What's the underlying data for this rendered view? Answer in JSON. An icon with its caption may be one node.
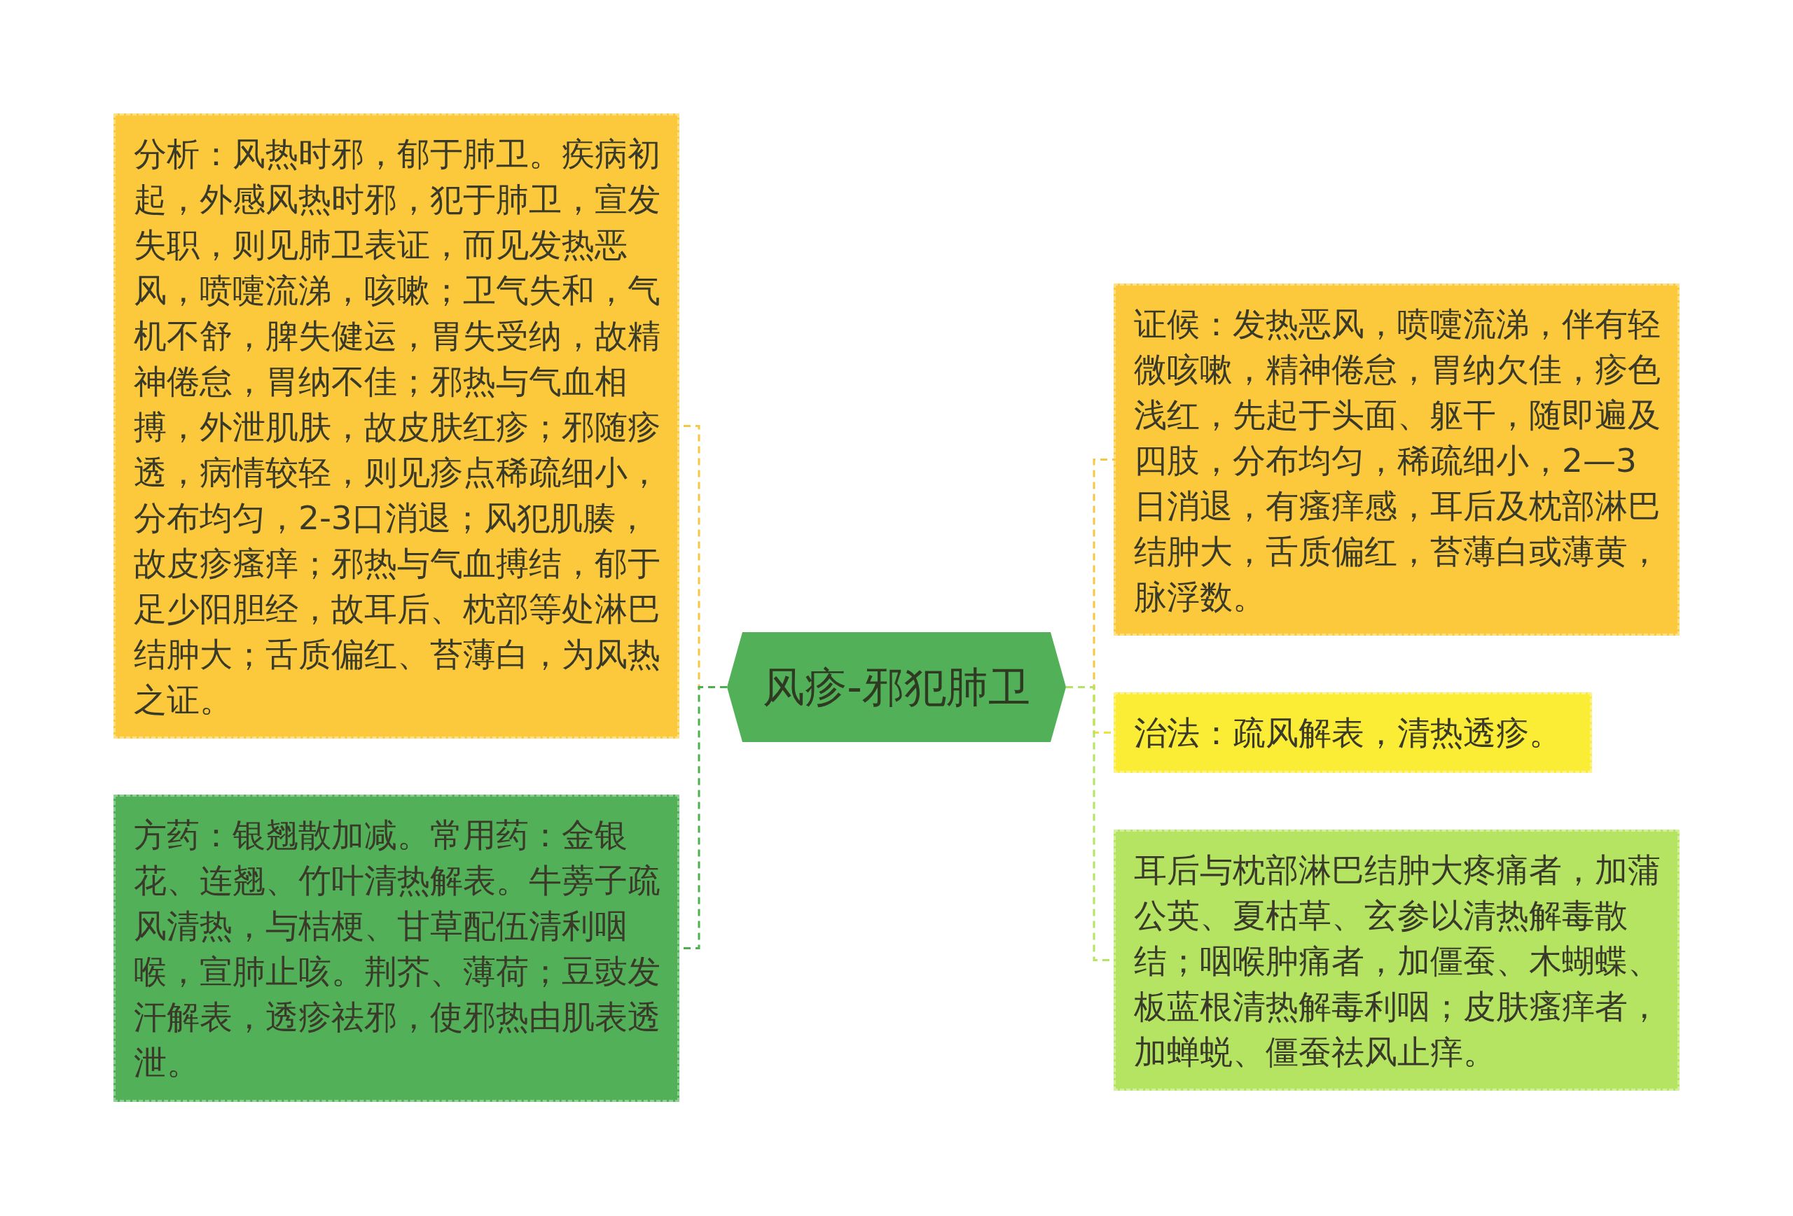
{
  "diagram": {
    "nodes": [
      {
        "text": [
          "风疹-邪犯肺卫"
        ]
      },
      {
        "text": [
          "分析：风热时邪，郁于肺卫。疾病初起，外感风热时邪，犯于肺卫，宣发失职，则见肺卫表证，而见发热恶风，喷嚏流涕，咳嗽；卫气失和，气机不舒，脾失健运，胃失受纳，故精神倦怠，胃纳不佳；邪热与气血相搏，外泄肌肤，故皮肤红疹；邪随疹透，病情较轻，则见疹点稀疏细小，分布均匀，2-3口消退；风犯肌腠，故皮疹瘙痒；邪热与气血搏结，郁于足少阳胆经，故耳后、枕部等处淋巴结肿大；舌质偏红、苔薄白，为风热之证。"
        ]
      },
      {
        "text": [
          "方药：银翘散加减。常用药：金银花、连翘、竹叶清热解表。牛蒡子疏风清热，与桔梗、甘草配伍清利咽喉，宣肺止咳。荆芥、薄荷；豆豉发汗解表，透疹祛邪，使邪热由肌表透泄。"
        ]
      },
      {
        "text": [
          "证候：发热恶风，喷嚏流涕，伴有轻微咳嗽，精神倦怠，胃纳欠佳，疹色浅红，先起于头面、躯干，随即遍及四肢，分布均匀，稀疏细小，2—3日消退，有瘙痒感，耳后及枕部淋巴结肿大，舌质偏红，苔薄白或薄黄，脉浮数。"
        ]
      },
      {
        "text": [
          "治法：疏风解表，清热透疹。"
        ]
      },
      {
        "text": [
          "耳后与枕部淋巴结肿大疼痛者，加蒲公英、夏枯草、玄参以清热解毒散结；咽喉肿痛者，加僵蚕、木蝴蝶、板蓝根清热解毒利咽；皮肤瘙痒者，加蝉蜕、僵蚕祛风止痒。"
        ]
      }
    ],
    "edges": [
      {
        "from": 0,
        "to": 1,
        "arrow": "none",
        "style": "dashed",
        "color": "#f5c842"
      },
      {
        "from": 0,
        "to": 2,
        "arrow": "none",
        "style": "dashed",
        "color": "#4caf50"
      },
      {
        "from": 0,
        "to": 3,
        "arrow": "none",
        "style": "dashed",
        "color": "#f5c842"
      },
      {
        "from": 0,
        "to": 4,
        "arrow": "none",
        "style": "dashed",
        "color": "#f0e040"
      },
      {
        "from": 0,
        "to": 5,
        "arrow": "none",
        "style": "dashed",
        "color": "#b4e461"
      }
    ]
  }
}
